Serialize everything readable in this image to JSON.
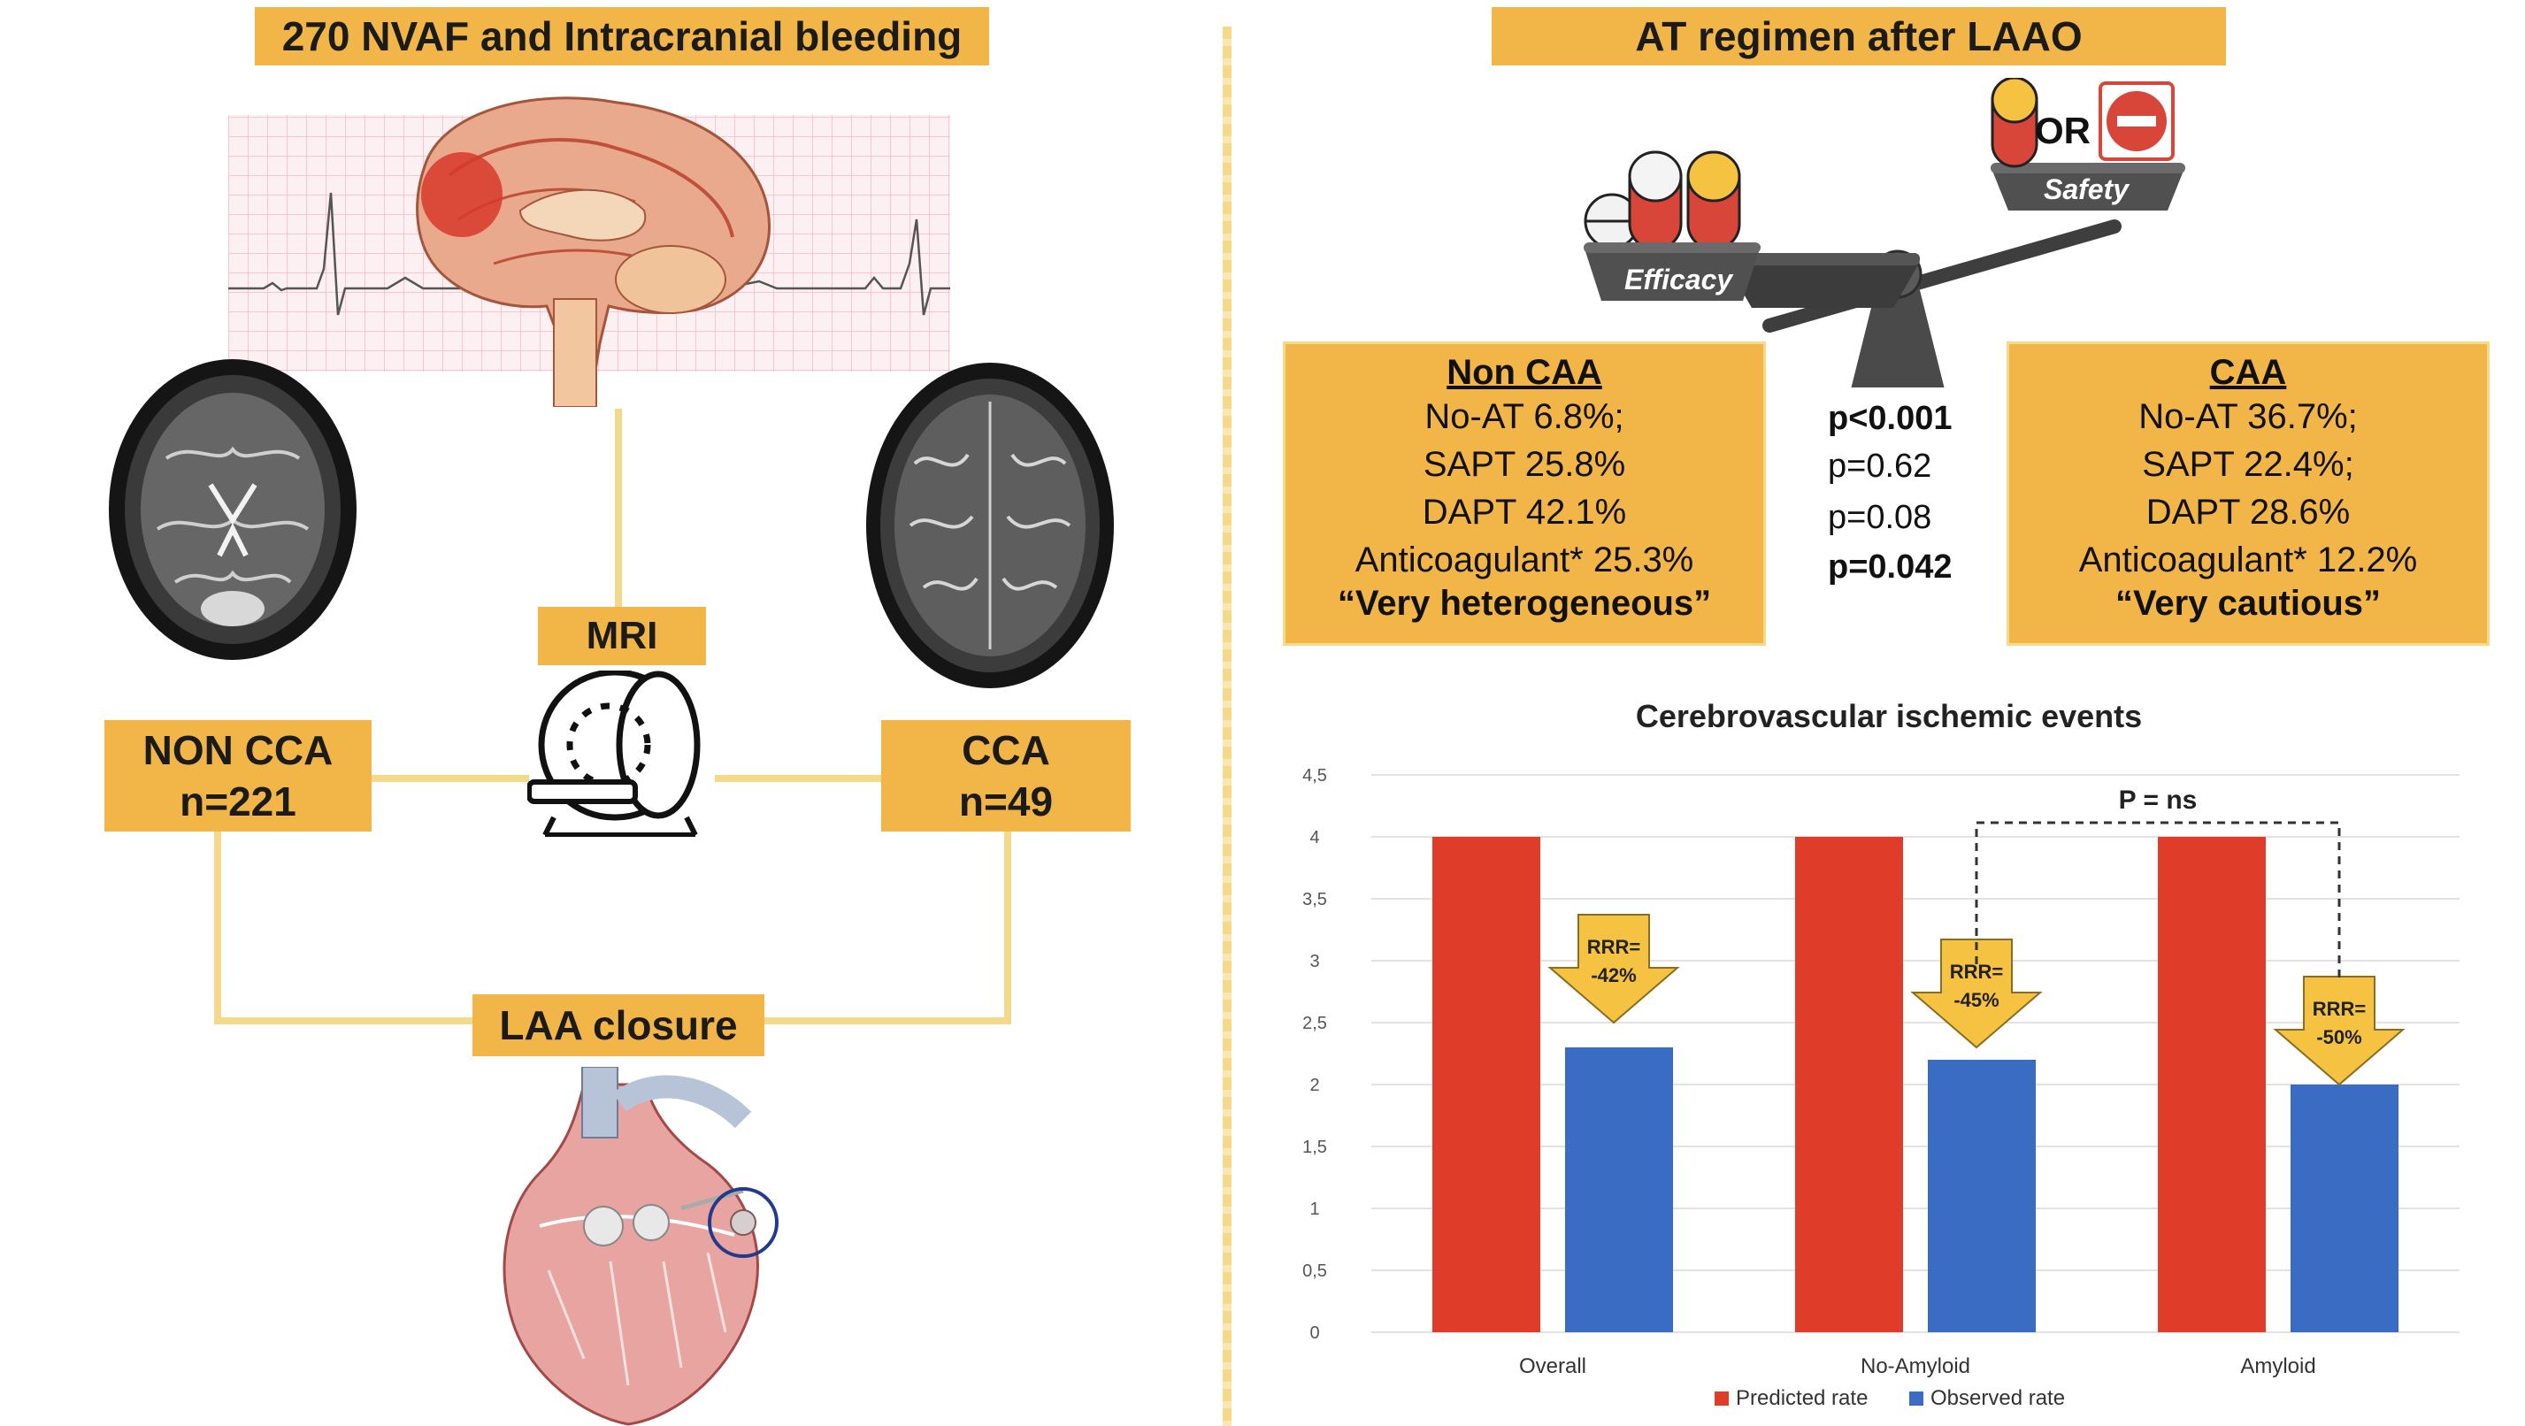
{
  "left": {
    "title": "270 NVAF and Intracranial bleeding",
    "mri_label": "MRI",
    "non_cca": {
      "line1": "NON CCA",
      "line2": "n=221"
    },
    "cca": {
      "line1": "CCA",
      "line2": "n=49"
    },
    "closure_label": "LAA closure"
  },
  "right": {
    "title": "AT regimen after LAAO",
    "scale": {
      "or_label": "OR",
      "efficacy_label": "Efficacy",
      "safety_label": "Safety"
    },
    "non_caa": {
      "heading": "Non CAA",
      "lines": [
        "No-AT 6.8%;",
        "SAPT 25.8%",
        "DAPT 42.1%",
        "Anticoagulant* 25.3%"
      ],
      "quote": "“Very heterogeneous”"
    },
    "caa": {
      "heading": "CAA",
      "lines": [
        "No-AT 36.7%;",
        "SAPT 22.4%;",
        "DAPT 28.6%",
        "Anticoagulant* 12.2%"
      ],
      "quote": "“Very cautious”"
    },
    "pvalues": [
      "p<0.001",
      "p=0.62",
      "p=0.08",
      "p=0.042"
    ]
  },
  "colors": {
    "accent": "#f2b547",
    "predicted": "#e03c2a",
    "observed": "#3a6cc4",
    "arrow": "#f5c242",
    "divider": "#f5d98a"
  },
  "chart_data": {
    "type": "bar",
    "title": "Cerebrovascular ischemic events",
    "categories": [
      "Overall",
      "No-Amyloid",
      "Amyloid"
    ],
    "series": [
      {
        "name": "Predicted rate",
        "values": [
          4,
          4,
          4
        ],
        "color": "#e03c2a"
      },
      {
        "name": "Observed rate",
        "values": [
          2.3,
          2.2,
          2.0
        ],
        "color": "#3a6cc4"
      }
    ],
    "ylim": [
      0,
      4.5
    ],
    "yticks": [
      "0",
      "0,5",
      "1",
      "1,5",
      "2",
      "2,5",
      "3",
      "3,5",
      "4",
      "4,5"
    ],
    "annotations": [
      {
        "category": "Overall",
        "line1": "RRR=",
        "line2": "-42%"
      },
      {
        "category": "No-Amyloid",
        "line1": "RRR=",
        "line2": "-45%"
      },
      {
        "category": "Amyloid",
        "line1": "RRR=",
        "line2": "-50%"
      }
    ],
    "comparison_label": "P = ns",
    "grid": true,
    "legend": "bottom"
  }
}
